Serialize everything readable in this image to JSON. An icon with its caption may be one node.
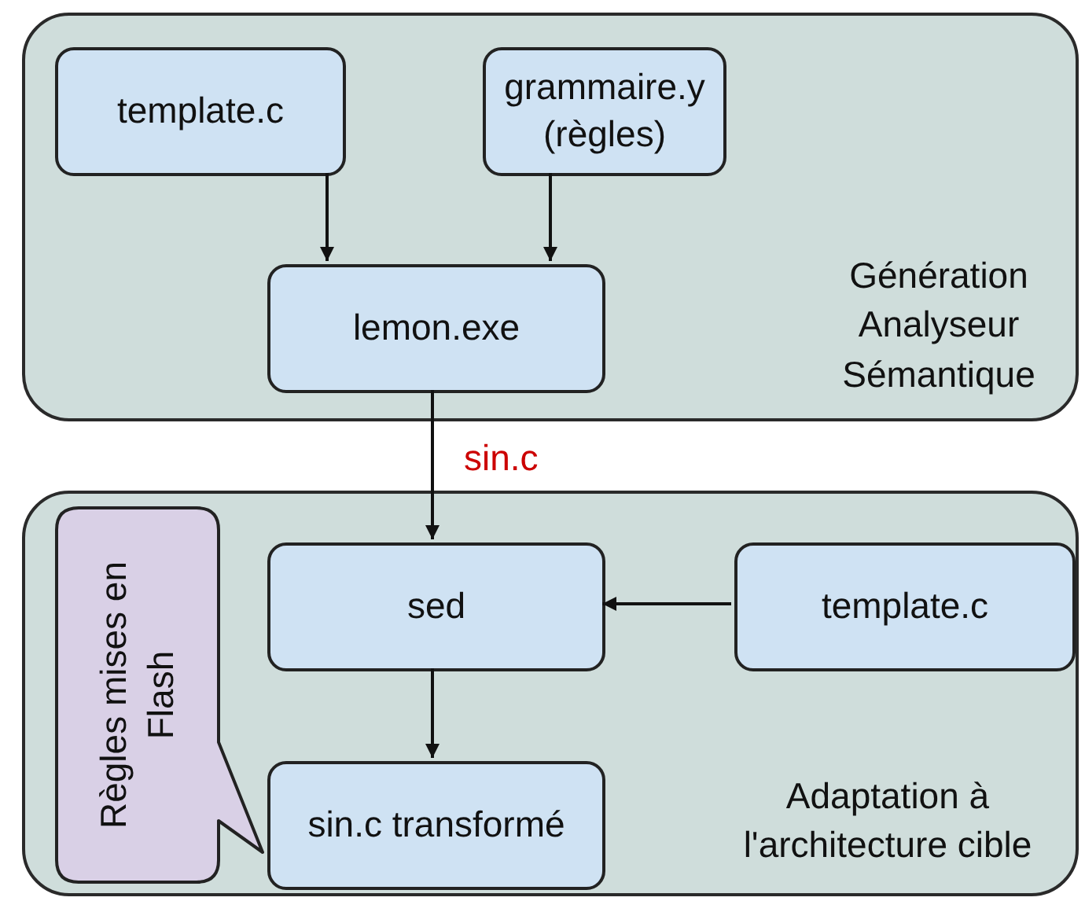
{
  "diagram": {
    "nodes": [
      {
        "text": [
          "Génération Analyseur Sémantique"
        ]
      },
      {
        "text": [
          "template.c"
        ],
        "in": 0
      },
      {
        "text": [
          "grammaire.y (règles)"
        ],
        "in": 0
      },
      {
        "text": [
          "lemon.exe"
        ],
        "in": 0
      },
      {
        "text": [
          "Adaptation à l'architecture cible"
        ]
      },
      {
        "text": [
          "sed"
        ],
        "in": 4
      },
      {
        "text": [
          "template.c"
        ],
        "in": 4
      },
      {
        "text": [
          "sin.c transformé"
        ],
        "in": 4
      },
      {
        "text": [
          "Règles mises en Flash"
        ],
        "in": 4
      }
    ],
    "edges": [
      {
        "from": 1,
        "to": 3,
        "arrow": "to"
      },
      {
        "from": 2,
        "to": 3,
        "arrow": "to"
      },
      {
        "from": 3,
        "to": 5,
        "arrow": "to",
        "label": "sin.c"
      },
      {
        "from": 6,
        "to": 5,
        "arrow": "to"
      },
      {
        "from": 5,
        "to": 7,
        "arrow": "to"
      }
    ]
  }
}
